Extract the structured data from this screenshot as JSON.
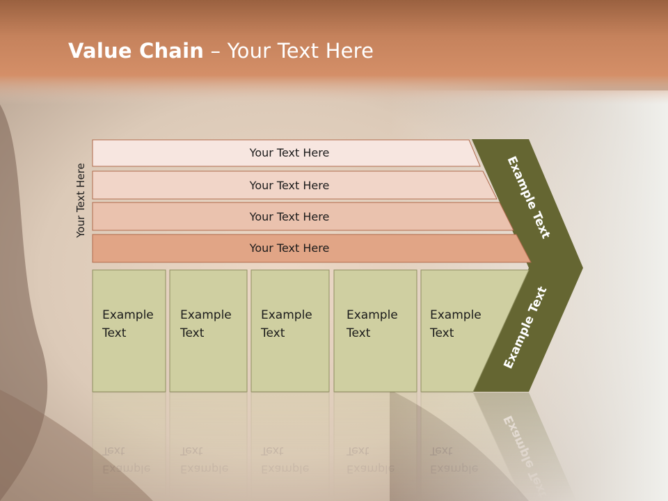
{
  "slide": {
    "title_bold": "Value Chain",
    "title_rest": " – Your Text Here",
    "vertical_label": "Your Text Here"
  },
  "rows": [
    {
      "label": "Your Text Here"
    },
    {
      "label": "Your Text Here"
    },
    {
      "label": "Your Text Here"
    },
    {
      "label": "Your Text Here"
    }
  ],
  "boxes": [
    {
      "line1": "Example",
      "line2": "Text"
    },
    {
      "line1": "Example",
      "line2": "Text"
    },
    {
      "line1": "Example",
      "line2": "Text"
    },
    {
      "line1": "Example",
      "line2": "Text"
    },
    {
      "line1": "Example",
      "line2": "Text"
    }
  ],
  "arrow": {
    "upper_label": "Example Text",
    "lower_label": "Example Text"
  },
  "colors": {
    "header": "#c5825c",
    "row_fills": [
      "#f7e6e0",
      "#f1d5c8",
      "#eac2ae",
      "#e1a586"
    ],
    "row_stroke": "#b06a4c",
    "box_fill": "#cfcfa1",
    "box_stroke": "#8e8e60",
    "arrow_fill": "#656632"
  }
}
